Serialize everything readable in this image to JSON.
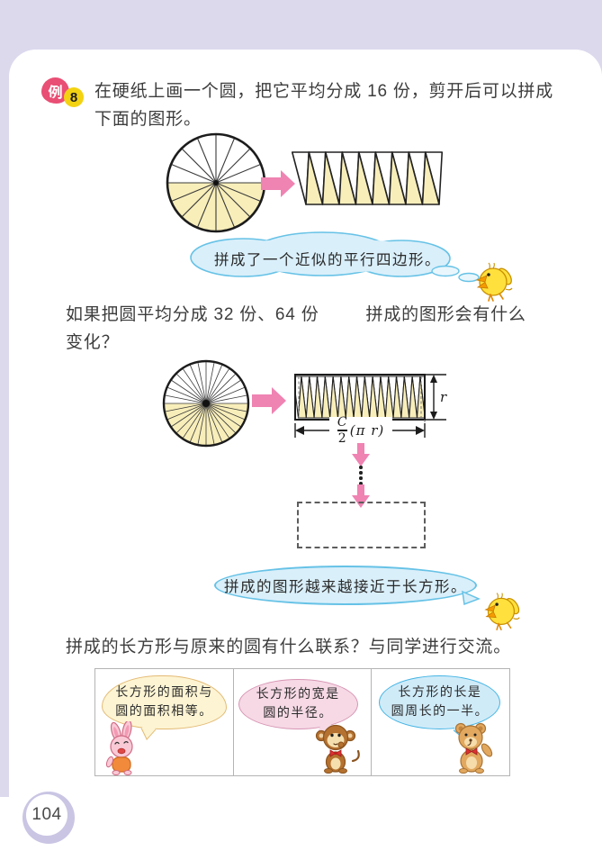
{
  "badge": {
    "label": "例",
    "number": "8"
  },
  "paragraphs": {
    "p1_line1": "在硬纸上画一个圆，把它平均分成 16 份，剪开后可以拼成",
    "p1_line2": "下面的图形。",
    "p2_part1": "如果把圆平均分成 32 份、64 份",
    "p2_part2": "拼成的图形会有什么",
    "p2_line2": "变化？",
    "p3": "拼成的长方形与原来的圆有什么联系？与同学进行交流。"
  },
  "speech_bubbles": {
    "bubble1": "拼成了一个近似的平行四边形。",
    "bubble2": "拼成的图形越来越接近于长方形。"
  },
  "figure2_labels": {
    "height": "r",
    "width_numerator": "C",
    "width_denominator": "2",
    "width_suffix": "(π r)"
  },
  "discussion_table": {
    "cells": [
      {
        "line1": "长方形的面积与",
        "line2": "圆的面积相等。",
        "animal": "rabbit"
      },
      {
        "line1": "长方形的宽是",
        "line2": "圆的半径。",
        "animal": "monkey"
      },
      {
        "line1": "长方形的长是",
        "line2": "圆周长的一半。",
        "animal": "bear"
      }
    ]
  },
  "page_number": "104",
  "colors": {
    "accent_lavender": "#dcd9ed",
    "sector_yellow": "#f8eeba",
    "arrow_pink": "#ef83b2",
    "badge_pink": "#e94e74",
    "badge_yellow": "#f3d211",
    "bubble_blue_fill": "#d9effa",
    "bubble_blue_stroke": "#66c2e6",
    "cell_bubble_yellow": "#fdf4d3",
    "cell_bubble_yellow_stroke": "#e3ba74",
    "cell_bubble_pink": "#f6d9e5",
    "cell_bubble_pink_stroke": "#d795b3",
    "cell_bubble_blue": "#d0ebf8",
    "cell_bubble_blue_stroke": "#45b5e4",
    "page_ring": "#c9c5e3"
  }
}
